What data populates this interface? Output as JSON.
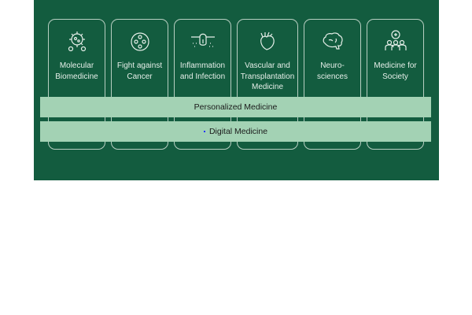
{
  "areas": [
    {
      "label": "Molecular Biomedicine",
      "icon": "virus-icon"
    },
    {
      "label": "Fight against Cancer",
      "icon": "cell-icon"
    },
    {
      "label": "Inflammation and Infection",
      "icon": "skin-follicle-icon"
    },
    {
      "label": "Vascular and Transplantation Medicine",
      "icon": "heart-icon"
    },
    {
      "label": "Neuro-sciences",
      "icon": "brain-icon"
    },
    {
      "label": "Medicine for Society",
      "icon": "community-health-icon"
    }
  ],
  "bars": {
    "personalized": "Personalized Medicine",
    "digital": "Digital Medicine"
  },
  "colors": {
    "background": "#135c3f",
    "bar": "#a3d2b4"
  }
}
